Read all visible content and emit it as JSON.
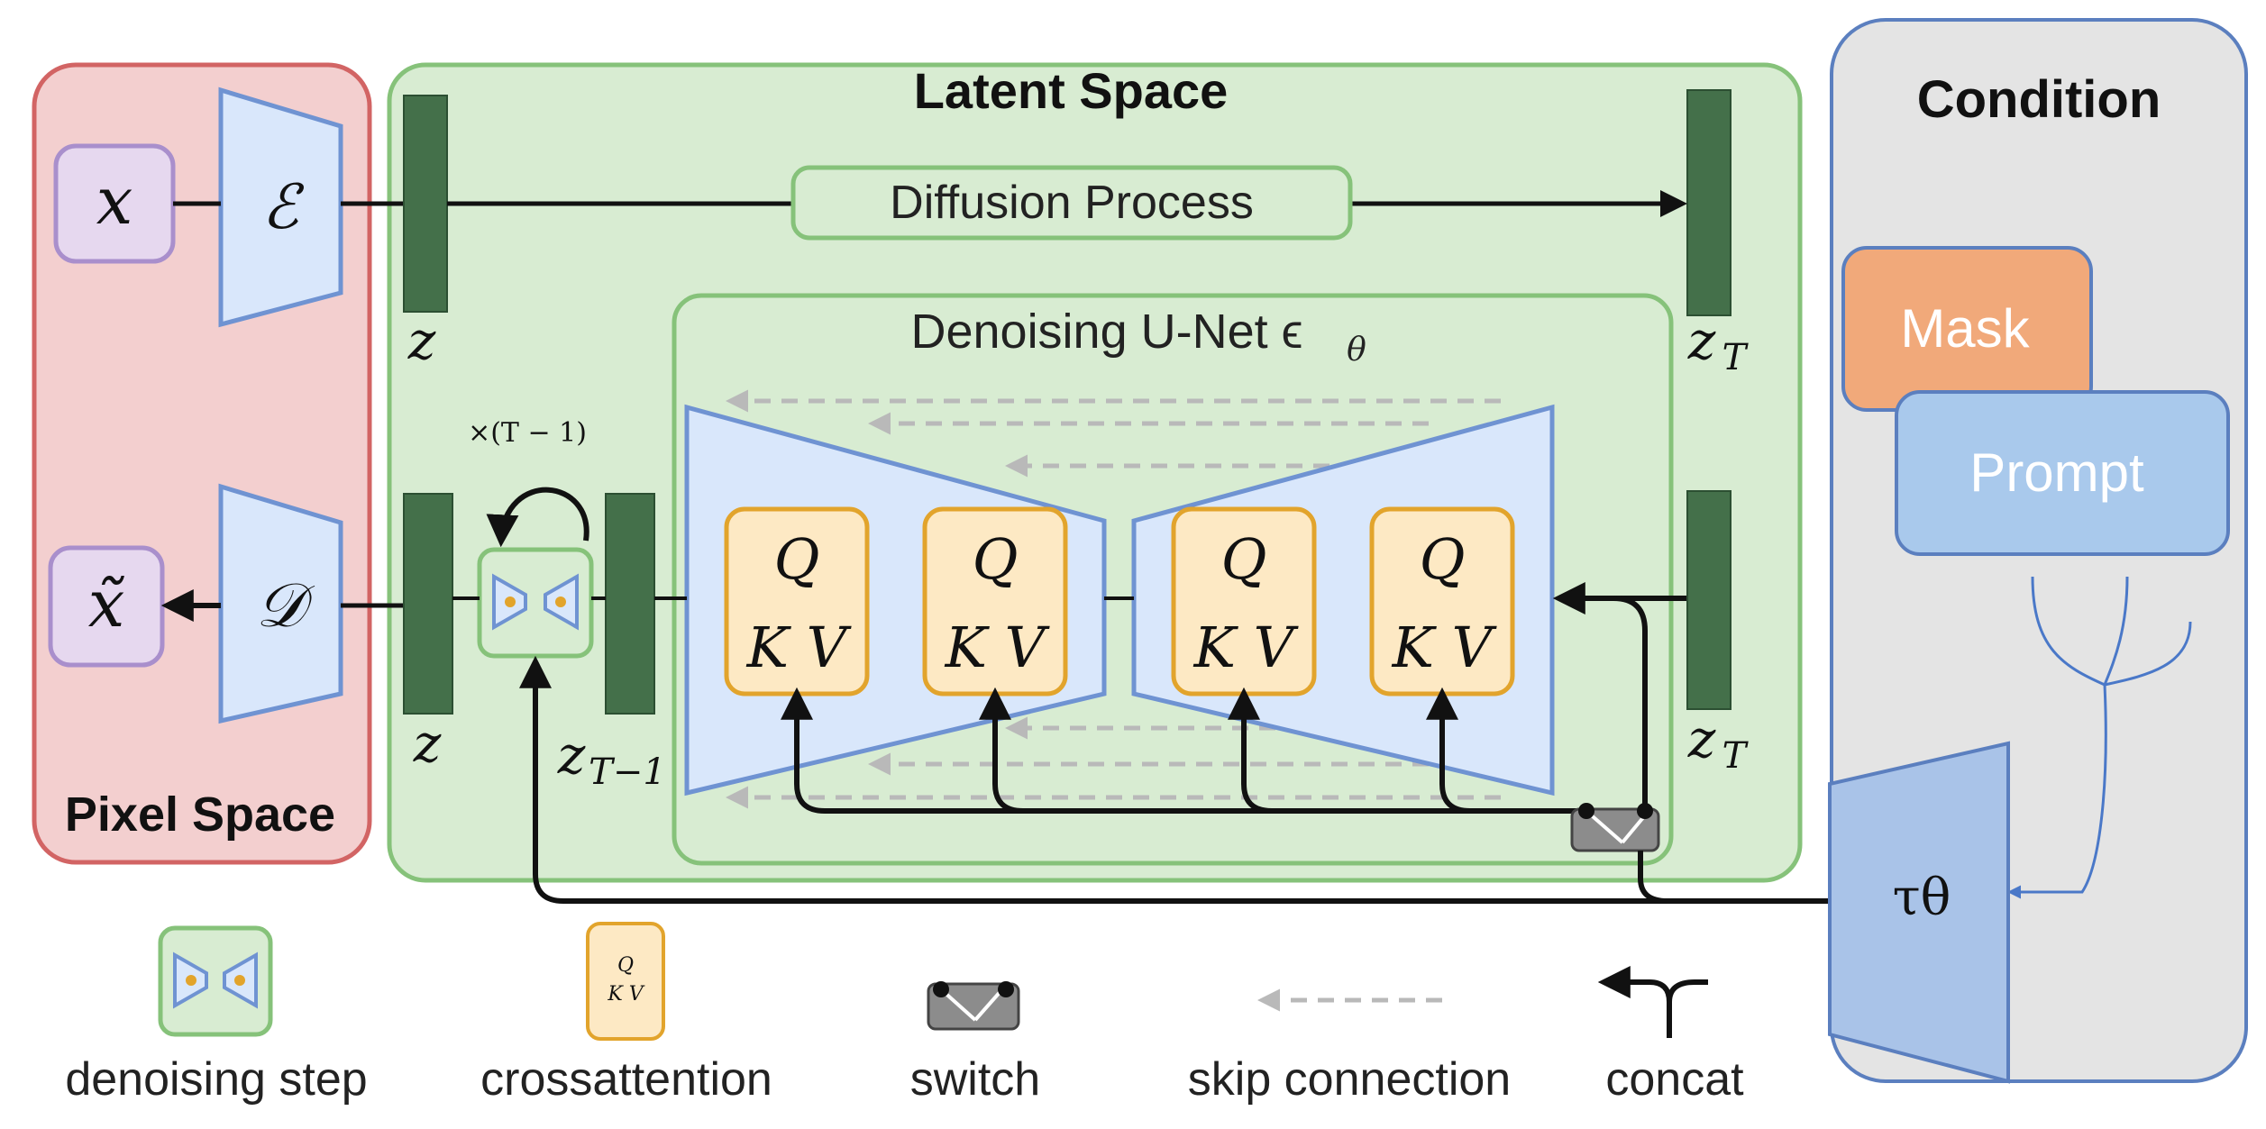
{
  "regions": {
    "pixel_space": "Pixel Space",
    "latent_space": "Latent Space",
    "condition": "Condition"
  },
  "pixel": {
    "input": "x",
    "output": "x̃",
    "encoder": "ℰ",
    "decoder": "𝒟"
  },
  "latent": {
    "diffusion_process": "Diffusion Process",
    "unet_title": "Denoising U-Net ϵ",
    "unet_title_sub": "θ",
    "z_top": "z",
    "z_bottom": "z",
    "zT_top": "z",
    "zT_top_sub": "T",
    "zT_bottom": "z",
    "zT_bottom_sub": "T",
    "zT1": "z",
    "zT1_sub": "T−1",
    "loop_label": "×(T − 1)",
    "attn_q": "Q",
    "attn_kv": "K V"
  },
  "condition": {
    "mask": "Mask",
    "prompt": "Prompt",
    "tau": "τθ"
  },
  "legend": {
    "denoising_step": "denoising step",
    "crossattention": "crossattention",
    "switch": "switch",
    "skip_connection": "skip connection",
    "concat": "concat",
    "mini_q": "Q",
    "mini_kv": "K V"
  },
  "colors": {
    "pixel_fill": "#f3cfcf",
    "pixel_border": "#d26464",
    "latent_fill": "#d8ecd2",
    "latent_border": "#86c27a",
    "condition_fill": "#e4e4e4",
    "condition_border": "#5b7fbf",
    "block_fill": "#d9e7fb",
    "block_border": "#6f93d2",
    "feature_bar": "#44704a",
    "attn_fill": "#fde9c4",
    "attn_border": "#e2a42c",
    "mask_fill": "#f1a97a",
    "prompt_fill": "#a9c9ec",
    "input_fill": "#e6d8ef",
    "input_border": "#a98fcc"
  }
}
